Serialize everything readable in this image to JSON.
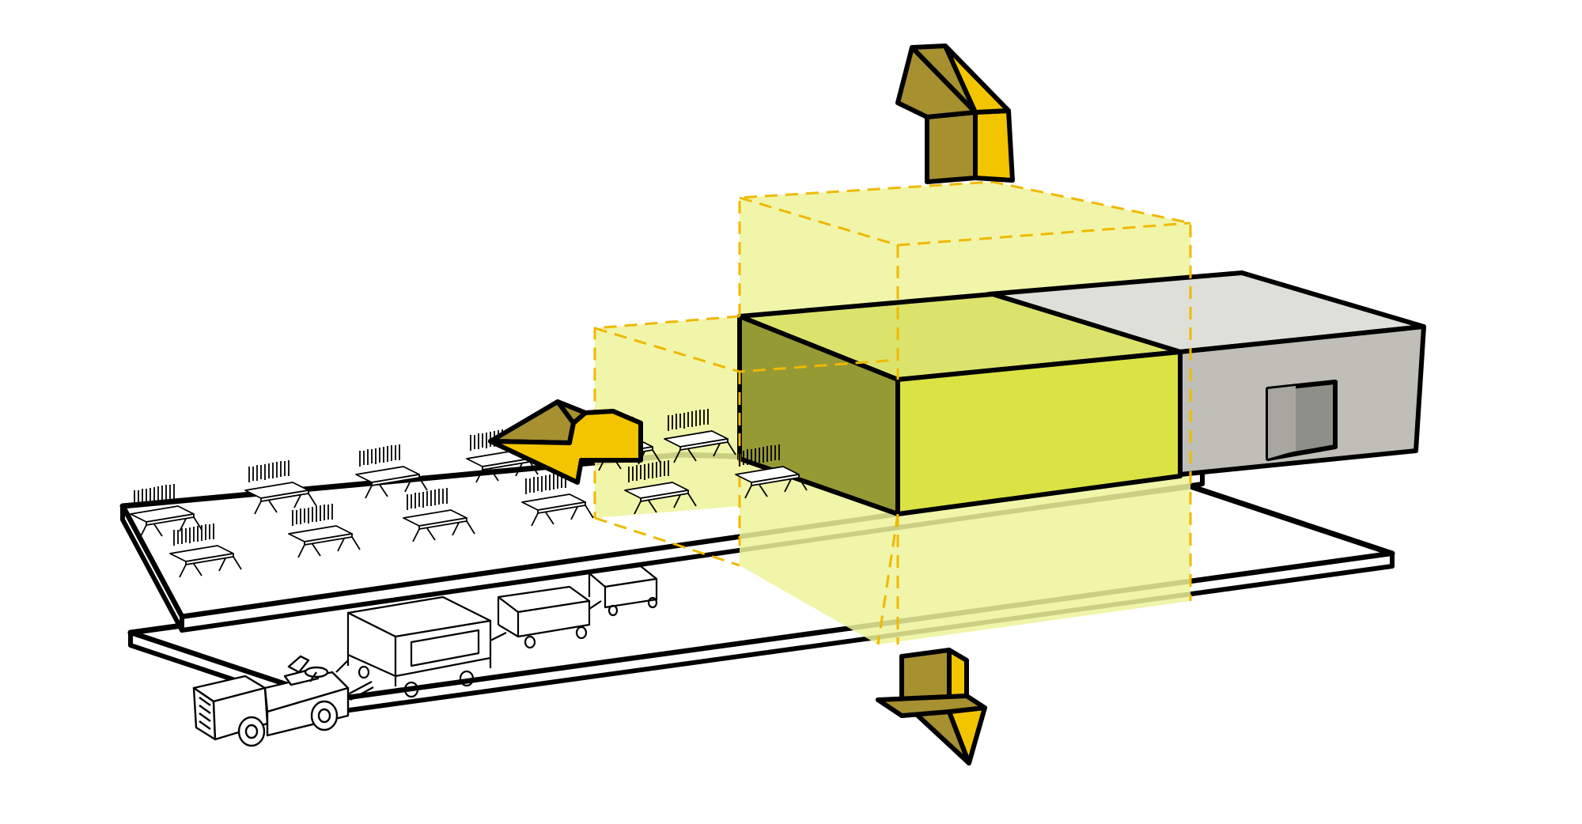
{
  "diagram": {
    "kind": "axonometric-expansion-diagram",
    "colors": {
      "background": "#ffffff",
      "outline": "#000000",
      "slab": "#ffffff",
      "ghost_fill": "#eef39a",
      "ghost_edge": "#f0b800",
      "block_left": "#969a35",
      "block_right": "#dbe344",
      "block_top": "#dce36c",
      "service_front": "#bfbfb8",
      "service_top": "#dedfd8",
      "service_tint": "#d0d08f",
      "door": "#8f8f89",
      "arrow_light": "#f3c400",
      "arrow_dark": "#a69030"
    },
    "elements": {
      "upper_slab": "upper-floor-slab",
      "lower_slab": "lower-floor-slab",
      "expansion_volume": "expansion-volume",
      "arrow_up": "arrow-up-icon",
      "arrow_down": "arrow-down-icon",
      "arrow_left": "arrow-left-icon",
      "seating": "waiting-seat-row-icon",
      "tug": "baggage-tug-icon",
      "carts": "baggage-cart-icon"
    }
  }
}
